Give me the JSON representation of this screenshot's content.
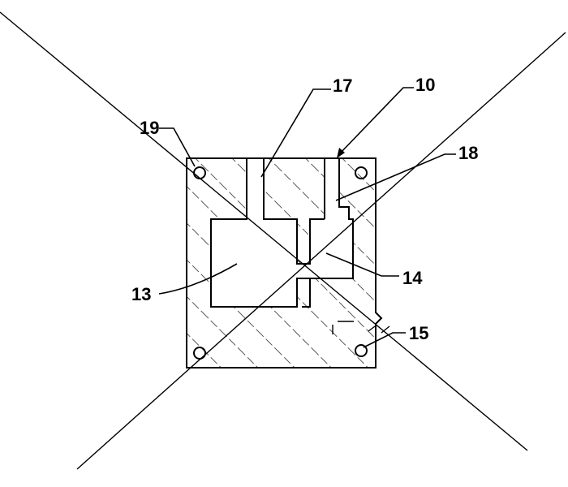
{
  "diagram": {
    "labels": {
      "l17": "17",
      "l10": "10",
      "l19": "19",
      "l18": "18",
      "l13": "13",
      "l14": "14",
      "l15": "15"
    },
    "colors": {
      "ink": "#000000",
      "paper": "#ffffff"
    }
  }
}
